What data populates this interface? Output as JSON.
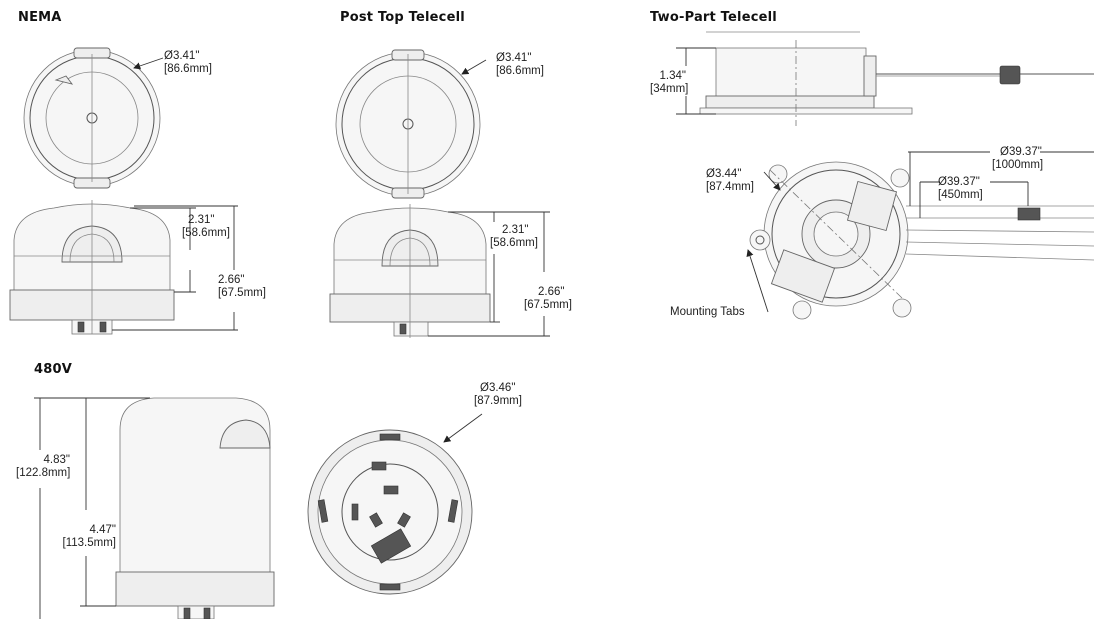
{
  "sections": {
    "nema": {
      "title": "NEMA",
      "diameter": {
        "inch": "Ø3.41\"",
        "mm": "[86.6mm]"
      },
      "height_upper": {
        "inch": "2.31\"",
        "mm": "[58.6mm]"
      },
      "height_total": {
        "inch": "2.66\"",
        "mm": "[67.5mm]"
      }
    },
    "post_top": {
      "title": "Post Top Telecell",
      "diameter": {
        "inch": "Ø3.41\"",
        "mm": "[86.6mm]"
      },
      "height_upper": {
        "inch": "2.31\"",
        "mm": "[58.6mm]"
      },
      "height_total": {
        "inch": "2.66\"",
        "mm": "[67.5mm]"
      }
    },
    "two_part": {
      "title": "Two-Part Telecell",
      "height": {
        "inch": "1.34\"",
        "mm": "[34mm]"
      },
      "diameter": {
        "inch": "Ø3.44\"",
        "mm": "[87.4mm]"
      },
      "cable_long": {
        "inch": "Ø39.37\"",
        "mm": "[1000mm]"
      },
      "cable_short": {
        "inch": "Ø39.37\"",
        "mm": "[450mm]"
      },
      "mounting_label": "Mounting Tabs"
    },
    "v480": {
      "title": "480V",
      "height_total": {
        "inch": "4.83\"",
        "mm": "[122.8mm]"
      },
      "height_body": {
        "inch": "4.47\"",
        "mm": "[113.5mm]"
      },
      "diameter": {
        "inch": "Ø3.46\"",
        "mm": "[87.9mm]"
      }
    }
  }
}
